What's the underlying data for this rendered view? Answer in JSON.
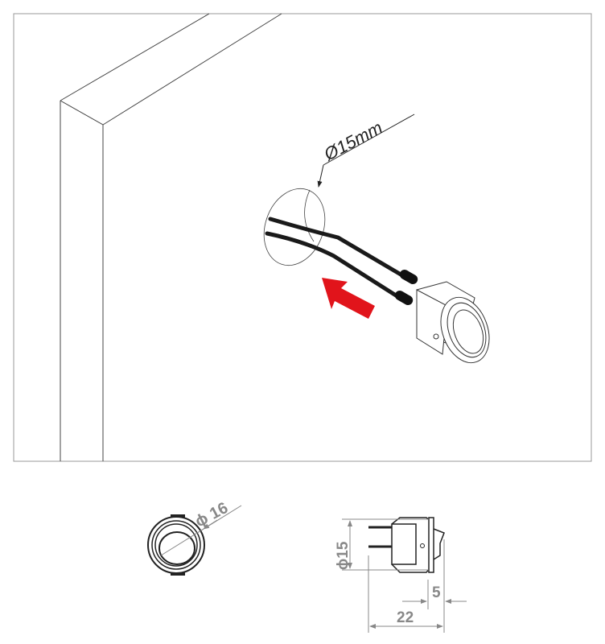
{
  "installation_view": {
    "hole_label": "Ø15mm",
    "arrow_color": "#e1141b"
  },
  "front_view": {
    "diameter_label": "16",
    "diameter_symbol": "ϕ"
  },
  "side_view": {
    "diameter_label": "15",
    "diameter_symbol": "ϕ",
    "length_label": "22",
    "rocker_label": "5"
  }
}
